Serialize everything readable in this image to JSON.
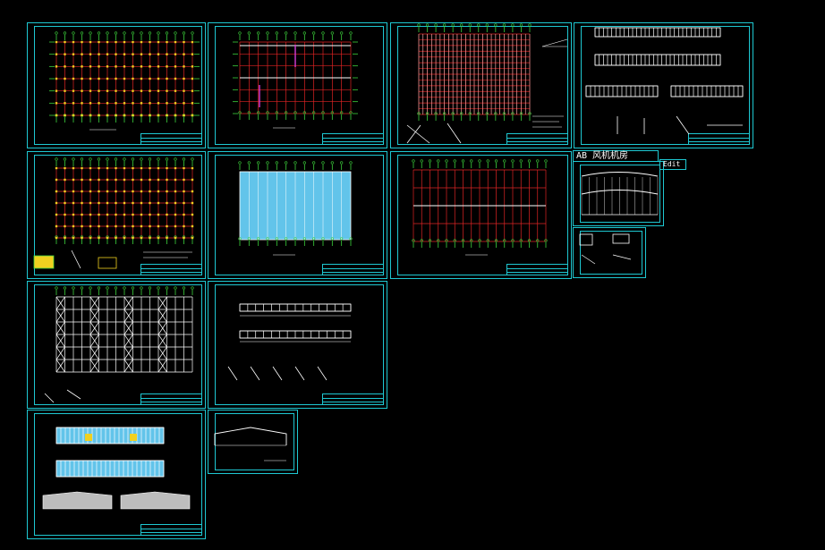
{
  "app": {
    "title": ""
  },
  "legend_label": "AB 风机机房",
  "legend_tag": "Edit",
  "colors": {
    "background": "#000000",
    "frame": "#1ec8d2",
    "grid_red": "#e02424",
    "grid_green": "#3cd23c",
    "cyan_fill": "#62c4ea",
    "gray_fill": "#bdbdbd",
    "white": "#ffffff",
    "magenta": "#d83cd8",
    "yellow": "#f0d020"
  },
  "sheets": [
    {
      "name": "sheet-anchor-bolt-plan"
    },
    {
      "name": "sheet-column-plan"
    },
    {
      "name": "sheet-roof-purlin-plan"
    },
    {
      "name": "sheet-wall-elevations"
    },
    {
      "name": "sheet-foundation-plan"
    },
    {
      "name": "sheet-roof-panel-layout"
    },
    {
      "name": "sheet-bracing-plan"
    },
    {
      "name": "sheet-frame-plan-a"
    },
    {
      "name": "sheet-gable-frame"
    },
    {
      "name": "sheet-building-elevations"
    },
    {
      "name": "sheet-frame-section"
    },
    {
      "name": "sheet-roof-frame-detail"
    },
    {
      "name": "sheet-connection-details"
    }
  ]
}
